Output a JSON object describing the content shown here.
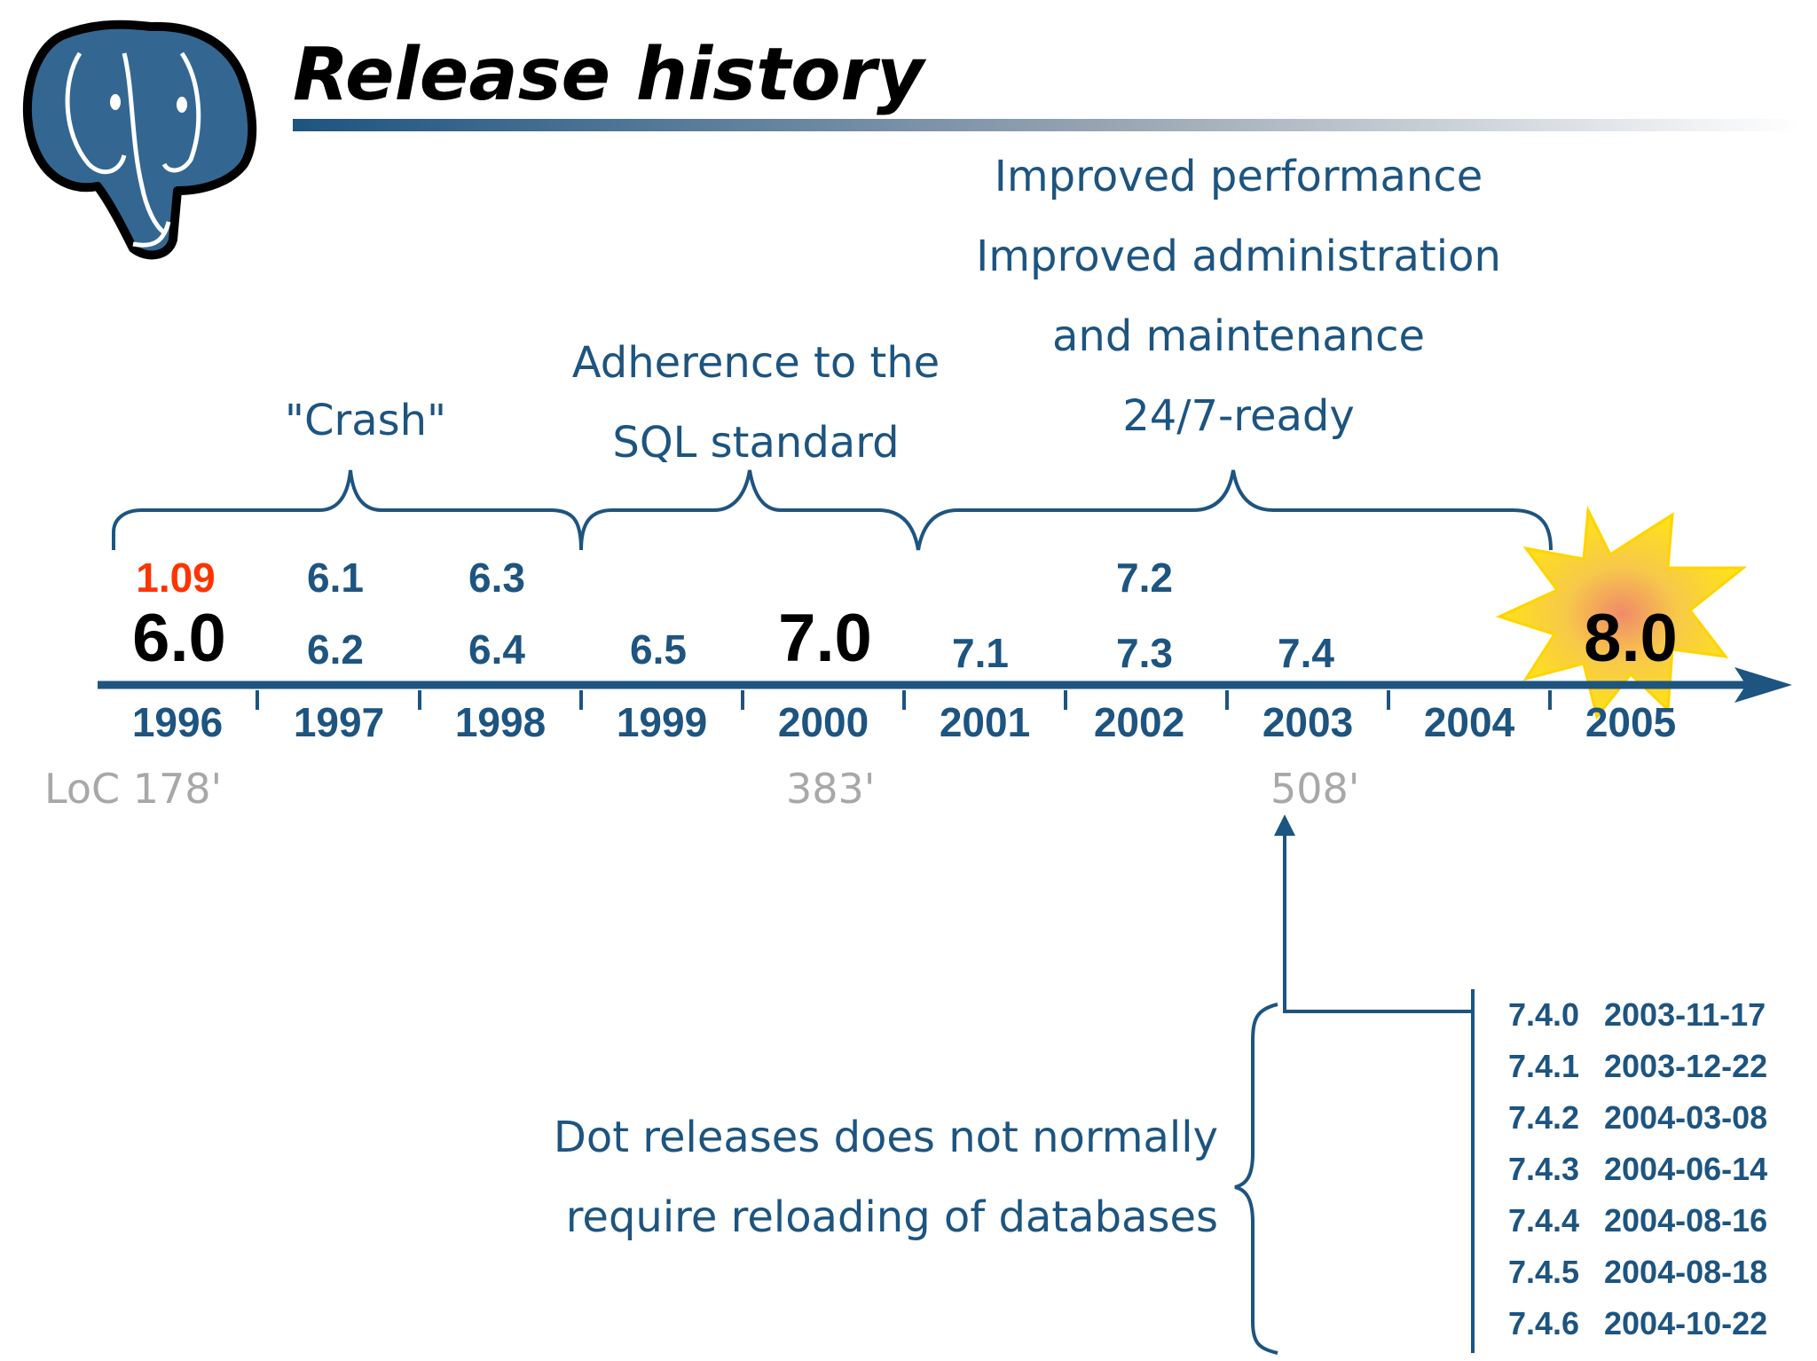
{
  "slide": {
    "title": "Release history",
    "colors": {
      "blue": "#1d5480",
      "black": "#000000",
      "red": "#ff3300",
      "gray": "#a8a8a8",
      "logo_blue": "#336791",
      "burst_outer": "#ffd400",
      "burst_inner": "#f4a06a"
    }
  },
  "logo": {
    "icon": "postgresql-elephant-icon"
  },
  "timeline": {
    "years": [
      "1996",
      "1997",
      "1998",
      "1999",
      "2000",
      "2001",
      "2002",
      "2003",
      "2004",
      "2005"
    ],
    "release_labels": [
      {
        "text": "1.09",
        "color": "red",
        "size": "small"
      },
      {
        "text": "6.0",
        "color": "black",
        "size": "major"
      },
      {
        "text": "6.1",
        "color": "blue",
        "size": "small"
      },
      {
        "text": "6.2",
        "color": "blue",
        "size": "small"
      },
      {
        "text": "6.3",
        "color": "blue",
        "size": "small"
      },
      {
        "text": "6.4",
        "color": "blue",
        "size": "small"
      },
      {
        "text": "6.5",
        "color": "blue",
        "size": "small"
      },
      {
        "text": "7.0",
        "color": "black",
        "size": "major"
      },
      {
        "text": "7.1",
        "color": "blue",
        "size": "small"
      },
      {
        "text": "7.2",
        "color": "blue",
        "size": "small"
      },
      {
        "text": "7.3",
        "color": "blue",
        "size": "small"
      },
      {
        "text": "7.4",
        "color": "blue",
        "size": "small"
      },
      {
        "text": "8.0",
        "color": "black",
        "size": "major"
      }
    ],
    "loc_labels": [
      "LoC 178'",
      "383'",
      "508'"
    ]
  },
  "eras": [
    {
      "lines": [
        "\"Crash\""
      ]
    },
    {
      "lines": [
        "Adherence to the",
        "SQL standard"
      ]
    },
    {
      "lines": [
        "Improved performance",
        "Improved administration",
        "and maintenance",
        "24/7-ready"
      ]
    }
  ],
  "dot_releases": {
    "note_lines": [
      "Dot releases does not normally",
      "require reloading of databases"
    ],
    "items": [
      {
        "version": "7.4.0",
        "date": "2003-11-17"
      },
      {
        "version": "7.4.1",
        "date": "2003-12-22"
      },
      {
        "version": "7.4.2",
        "date": "2004-03-08"
      },
      {
        "version": "7.4.3",
        "date": "2004-06-14"
      },
      {
        "version": "7.4.4",
        "date": "2004-08-16"
      },
      {
        "version": "7.4.5",
        "date": "2004-08-18"
      },
      {
        "version": "7.4.6",
        "date": "2004-10-22"
      }
    ]
  }
}
